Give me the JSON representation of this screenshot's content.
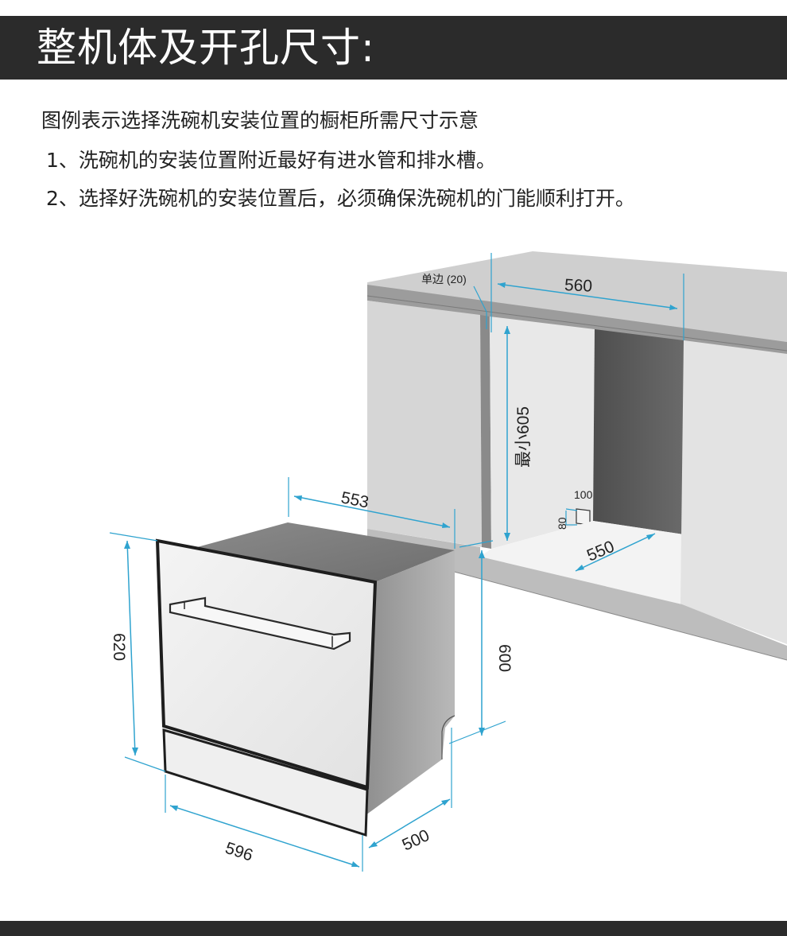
{
  "header": {
    "title": "整机体及开孔尺寸:"
  },
  "description": {
    "intro": "图例表示选择洗碗机安装位置的橱柜所需尺寸示意",
    "notes": [
      "1、洗碗机的安装位置附近最好有进水管和排水槽。",
      "2、选择好洗碗机的安装位置后，必须确保洗碗机的门能顺利打开。"
    ]
  },
  "dimensions": {
    "side_gap": "单边 (20)",
    "cabinet_width": "560",
    "cabinet_height_min": "最小605",
    "opening_w": "100",
    "opening_h": "80",
    "cabinet_depth": "550",
    "unit_depth_top": "553",
    "unit_height": "620",
    "unit_body_height": "600",
    "unit_width": "596",
    "unit_depth": "500"
  },
  "colors": {
    "header_bg": "#2b2b2b",
    "dimension_line": "#2fa3cf",
    "cabinet_face": "#d7d7d7",
    "cabinet_interior": "#5a5a5a"
  }
}
